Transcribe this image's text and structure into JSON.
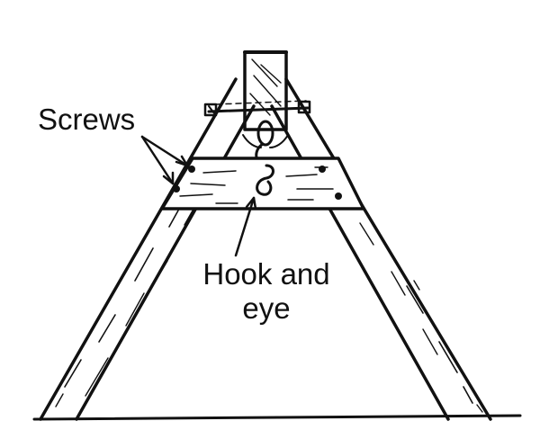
{
  "labels": {
    "screws": "Screws",
    "hook_line1": "Hook and",
    "hook_line2": "eye"
  },
  "colors": {
    "ink": "#111111",
    "background": "#ffffff"
  }
}
